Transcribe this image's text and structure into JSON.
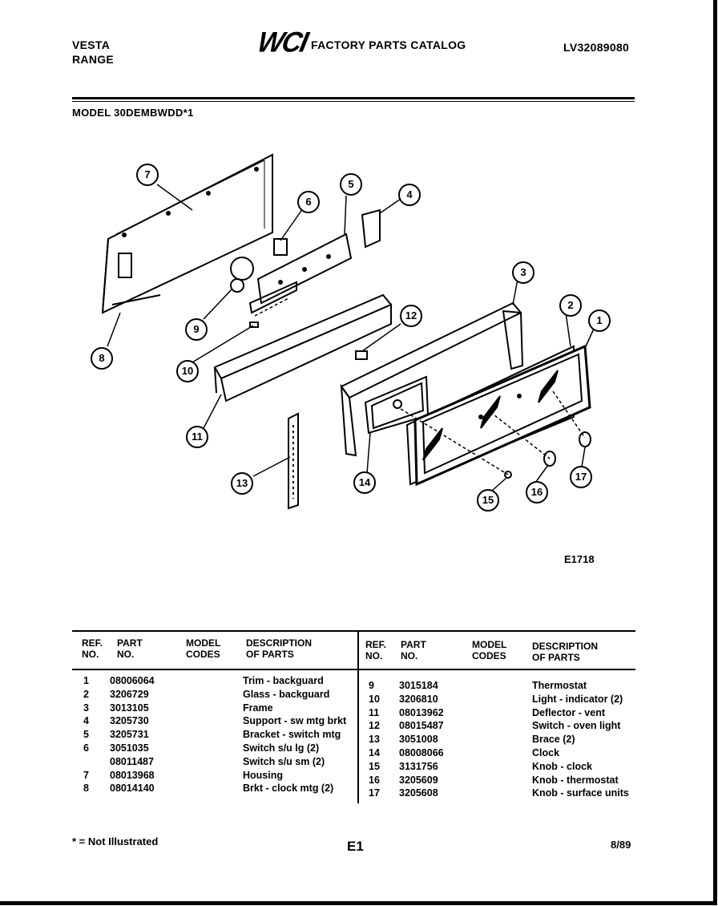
{
  "header": {
    "brand_line1": "VESTA",
    "brand_line2": "RANGE",
    "logo_text": "WCI",
    "catalog_title": "FACTORY PARTS CATALOG",
    "catalog_number": "LV32089080",
    "model_line": "MODEL 30DEMBWDD*1"
  },
  "diagram": {
    "figure_code": "E1718",
    "callouts": [
      "1",
      "2",
      "3",
      "4",
      "5",
      "6",
      "7",
      "8",
      "9",
      "10",
      "11",
      "12",
      "13",
      "14",
      "15",
      "16",
      "17"
    ]
  },
  "table": {
    "headers": {
      "ref_no": [
        "REF.",
        "NO."
      ],
      "part_no": [
        "PART",
        "NO."
      ],
      "model_codes": [
        "MODEL",
        "CODES"
      ],
      "description": [
        "DESCRIPTION",
        "OF PARTS"
      ]
    },
    "left_rows": [
      {
        "ref": "1",
        "part": "08006064",
        "desc": "Trim - backguard"
      },
      {
        "ref": "2",
        "part": "3206729",
        "desc": "Glass - backguard"
      },
      {
        "ref": "3",
        "part": "3013105",
        "desc": "Frame"
      },
      {
        "ref": "4",
        "part": "3205730",
        "desc": "Support - sw mtg brkt"
      },
      {
        "ref": "5",
        "part": "3205731",
        "desc": "Bracket - switch mtg"
      },
      {
        "ref": "6",
        "part": "3051035",
        "desc": "Switch s/u lg (2)"
      },
      {
        "ref": "",
        "part": "08011487",
        "desc": "Switch s/u sm (2)"
      },
      {
        "ref": "7",
        "part": "08013968",
        "desc": "Housing"
      },
      {
        "ref": "8",
        "part": "08014140",
        "desc": "Brkt - clock mtg (2)"
      }
    ],
    "right_rows": [
      {
        "ref": "9",
        "part": "3015184",
        "desc": "Thermostat"
      },
      {
        "ref": "10",
        "part": "3206810",
        "desc": "Light - indicator (2)"
      },
      {
        "ref": "11",
        "part": "08013962",
        "desc": "Deflector - vent"
      },
      {
        "ref": "12",
        "part": "08015487",
        "desc": "Switch - oven light"
      },
      {
        "ref": "13",
        "part": "3051008",
        "desc": "Brace (2)"
      },
      {
        "ref": "14",
        "part": "08008066",
        "desc": "Clock"
      },
      {
        "ref": "15",
        "part": "3131756",
        "desc": "Knob - clock"
      },
      {
        "ref": "16",
        "part": "3205609",
        "desc": "Knob - thermostat"
      },
      {
        "ref": "17",
        "part": "3205608",
        "desc": "Knob - surface units"
      }
    ]
  },
  "footer": {
    "note": "* = Not Illustrated",
    "page_code": "E1",
    "date": "8/89"
  }
}
